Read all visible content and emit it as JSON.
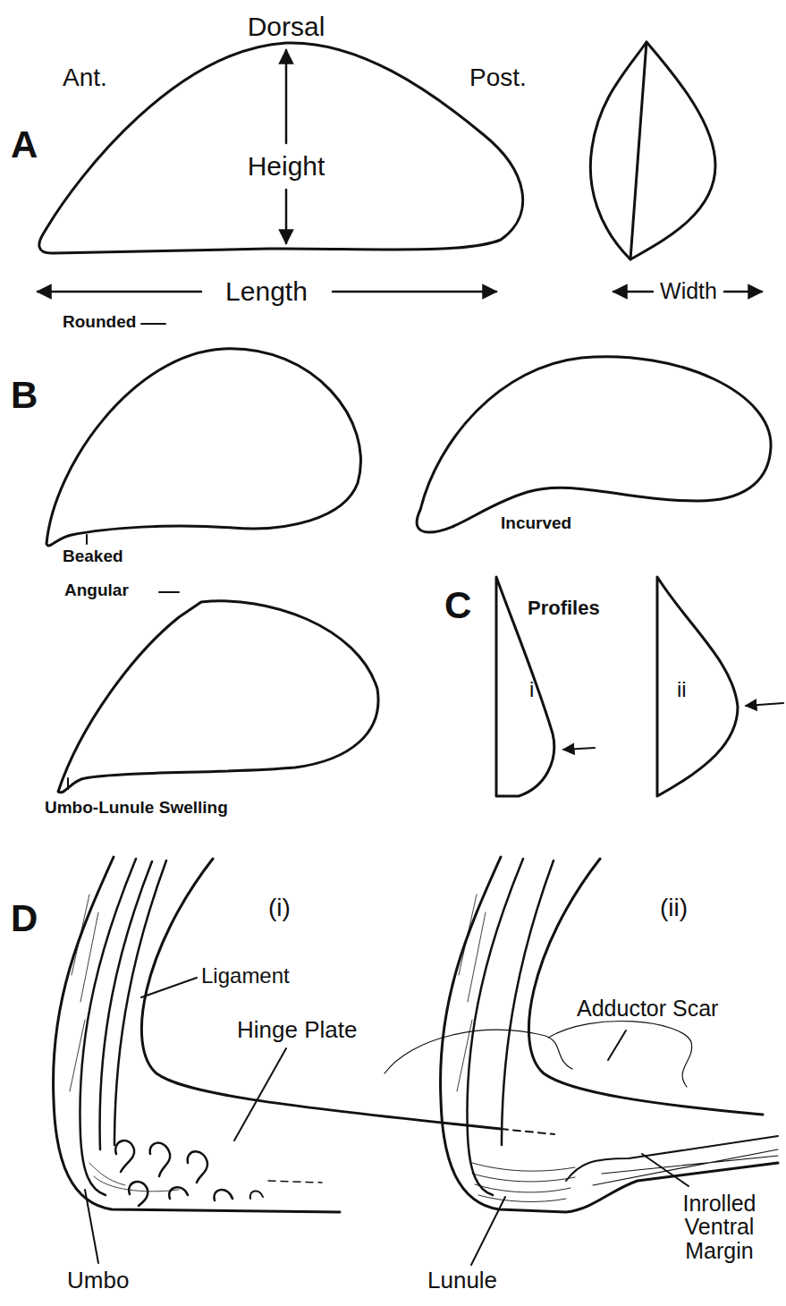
{
  "diagram": {
    "labels": [
      "A",
      "Dorsal",
      "Ant.",
      "Post.",
      "Height",
      "Length",
      "Width",
      "B",
      "Rounded",
      "Beaked",
      "Incurved",
      "Angular",
      "Umbo-Lunule Swelling",
      "C",
      "Profiles",
      "i",
      "ii",
      "D",
      "(i)",
      "(ii)",
      "Ligament",
      "Hinge Plate",
      "Umbo",
      "Adductor Scar",
      "Lunule",
      "Inrolled Ventral Margin"
    ]
  }
}
